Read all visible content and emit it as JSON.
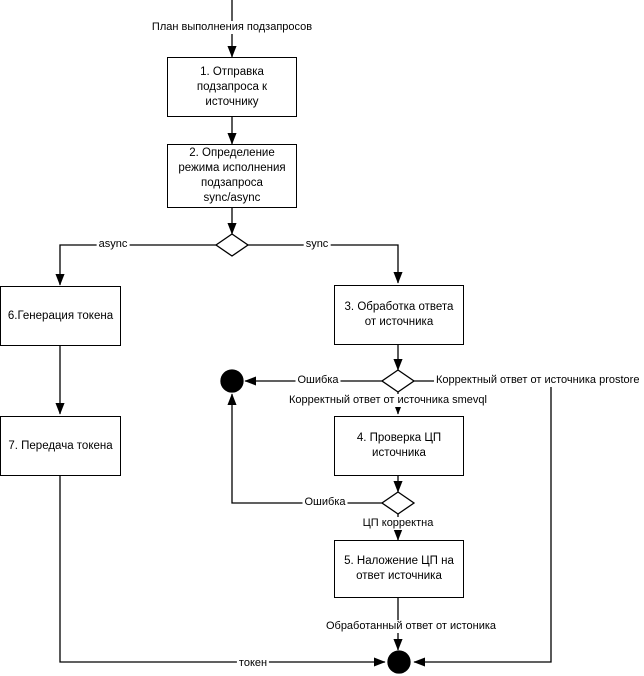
{
  "diagram": {
    "title": "План выполнения подзапросов",
    "nodes": [
      {
        "id": "n1",
        "label": "1. Отправка\nподзапроса к\nисточнику"
      },
      {
        "id": "n2",
        "label": "2. Определение\nрежима исполнения\nподзапроса\nsync/async"
      },
      {
        "id": "n6",
        "label": "6.Генерация токена"
      },
      {
        "id": "n3",
        "label": "3. Обработка ответа\nот источника"
      },
      {
        "id": "n7",
        "label": "7. Передача токена"
      },
      {
        "id": "n4",
        "label": "4. Проверка ЦП\nисточника"
      },
      {
        "id": "n5",
        "label": "5. Наложение ЦП на\nответ источника"
      }
    ],
    "edge_labels": [
      {
        "id": "e_async",
        "text": "async"
      },
      {
        "id": "e_sync",
        "text": "sync"
      },
      {
        "id": "e_error_1",
        "text": "Ошибка"
      },
      {
        "id": "e_prostore",
        "text": "Корректный ответ от источника prostore"
      },
      {
        "id": "e_smevql",
        "text": "Корректный ответ от источника smevql"
      },
      {
        "id": "e_error_2",
        "text": "Ошибка"
      },
      {
        "id": "e_cp_ok",
        "text": "ЦП корректна"
      },
      {
        "id": "e_processed",
        "text": "Обработанный ответ от истоника"
      },
      {
        "id": "e_token",
        "text": "токен"
      }
    ],
    "colors": {
      "stroke": "#000000",
      "fill": "#ffffff",
      "terminal": "#000000"
    }
  }
}
